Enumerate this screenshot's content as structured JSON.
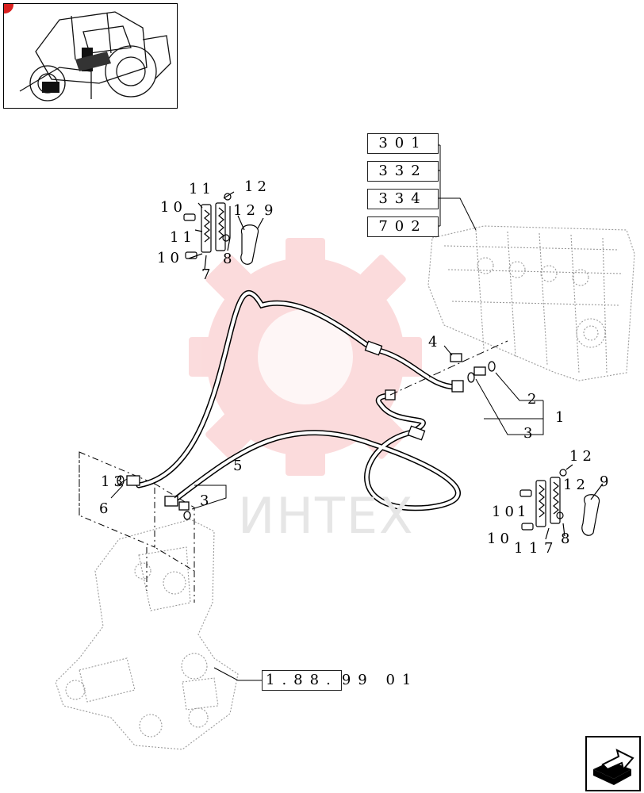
{
  "reference_boxes": [
    "301",
    "332",
    "334",
    "702"
  ],
  "bottom_reference": {
    "boxed": "1.88.",
    "rest": "99 01"
  },
  "watermark": {
    "text": "ИНТЕХ",
    "color": "#e8262a"
  },
  "callouts": {
    "top_group": [
      "11",
      "12",
      "10",
      "12",
      "9",
      "11",
      "10",
      "7",
      "8"
    ],
    "right_group": [
      "12",
      "12",
      "9",
      "10",
      "1",
      "10",
      "1",
      "1",
      "7",
      "8"
    ],
    "connector_group": [
      "4",
      "2",
      "1",
      "3"
    ],
    "left_group": [
      "13",
      "6",
      "5",
      "3"
    ]
  },
  "icons": {
    "corner_marker": "red-dot",
    "nav": "next-page-arrow-icon"
  },
  "colors": {
    "line": "#000000",
    "ghost": "#9a9a9a",
    "accent": "#d9201f"
  }
}
